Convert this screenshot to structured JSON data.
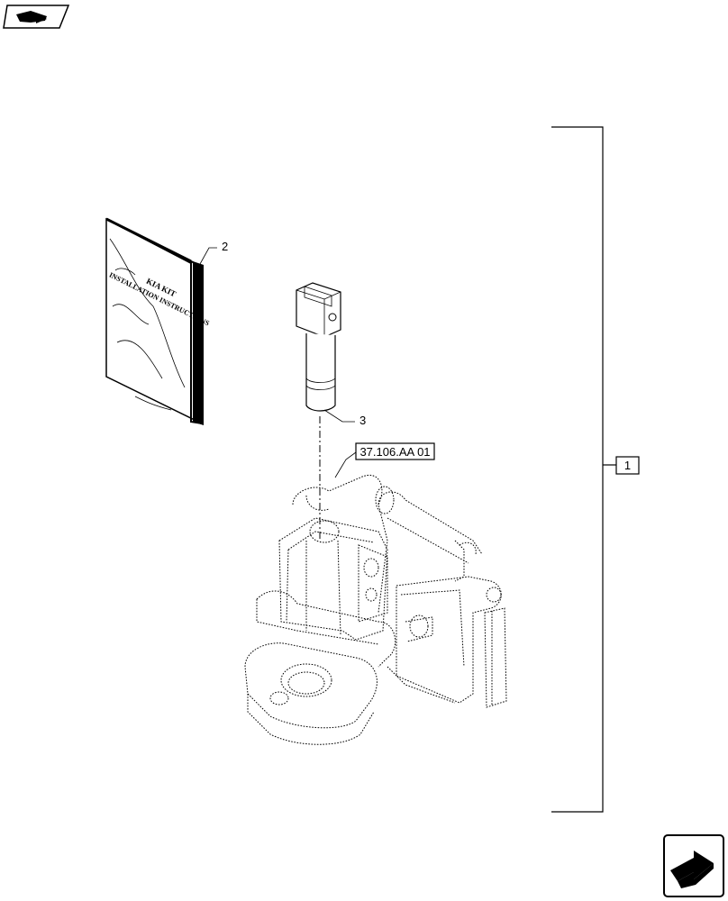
{
  "callouts": {
    "item_1": "1",
    "item_2": "2",
    "item_3": "3",
    "reference": "37.106.AA 01"
  },
  "booklet": {
    "title_line1": "KIA KIT",
    "title_line2": "INSTALLATION INSTRUCTIONS"
  },
  "icons": {
    "top_left": "previous-page-arrow-icon",
    "bottom_right": "next-page-arrow-icon"
  }
}
